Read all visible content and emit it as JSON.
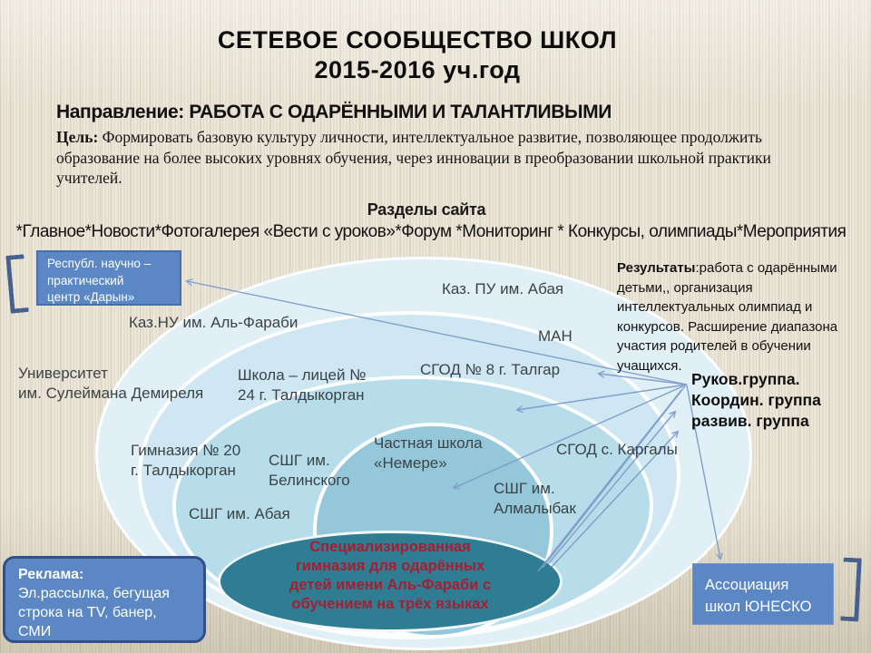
{
  "header": {
    "title_line1": "СЕТЕВОЕ СООБЩЕСТВО ШКОЛ",
    "title_line2": "2015-2016 уч.год"
  },
  "direction": {
    "label": "Направление:",
    "text": "  РАБОТА  С  ОДАРЁННЫМИ И ТАЛАНТЛИВЫМИ"
  },
  "goal": {
    "label": "Цель:",
    "text": " Формировать  базовую  культуру личности, интеллектуальное развитие, позволяющее продолжить образование на более высоких уровнях обучения, через  инновации в преобразовании школьной практики учителей."
  },
  "sections": {
    "title": "Разделы сайта",
    "items": "*Главное*Новости*Фотогалерея «Вести с уроков»*Форум *Мониторинг * Конкурсы, олимпиады*Мероприятия"
  },
  "boxes": {
    "daryn": "Республ.  научно –\nпрактический\nцентр «Дарын»",
    "reklama_label": "Реклама:",
    "reklama_text": "Эл.рассылка, бегущая\nстрока на TV, банер,\nСМИ",
    "unesco": "Ассоциация\nшкол ЮНЕСКО"
  },
  "results": {
    "label": "Результаты",
    "text": ":работа с одарёнными детьми,, организация интеллектуальных олимпиад и конкурсов.  Расширение диапазона участия родителей в обучении учащихся."
  },
  "groups": "Руков.группа.\nКоордин. группа\nразвив. группа",
  "schools": {
    "kaz_pu": "Каз. ПУ им. Абая",
    "kaz_nu": "Каз.НУ им. Аль-Фараби",
    "man": "МАН",
    "sgod8": "СГОД № 8 г. Талгар",
    "univ": "Университет\n им. Сулеймана Демиреля",
    "lyceum24": "Школа – лицей №\n24 г. Талдыкорган",
    "gym20": "Гимназия № 20\nг. Талдыкорган",
    "belinsky": "СШГ им.\nБелинского",
    "nemere": "Частная школа\n«Немере»",
    "kargaly": "СГОД с. Каргалы",
    "almalybak": "СШГ им.\nАлмалыбак",
    "abay": "СШГ им. Абая"
  },
  "center_ellipse": "Специализированная\nгимназия для одарённых\nдетей имени Аль-Фараби с\nобучением на трёх языках",
  "colors": {
    "callout_blue": "#5b87c4",
    "teal_ellipse": "#2e7d93",
    "center_text_red": "#a51e31",
    "arrow_blue": "#7d9cc9",
    "background_beige": "#e9e3d5"
  }
}
